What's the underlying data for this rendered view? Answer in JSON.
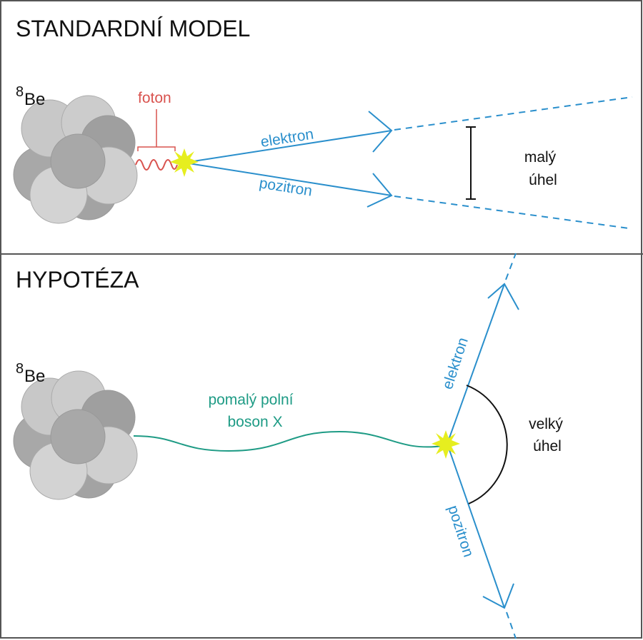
{
  "top_panel": {
    "title": "STANDARDNÍ MODEL",
    "nucleus": {
      "mass_number": "8",
      "symbol": "Be"
    },
    "photon_label": "foton",
    "electron_label": "elektron",
    "positron_label": "pozitron",
    "angle_label_line1": "malý",
    "angle_label_line2": "úhel"
  },
  "bottom_panel": {
    "title": "HYPOTÉZA",
    "nucleus": {
      "mass_number": "8",
      "symbol": "Be"
    },
    "boson_label_line1": "pomalý polní",
    "boson_label_line2": "boson X",
    "electron_label": "elektron",
    "positron_label": "pozitron",
    "angle_label_line1": "velký",
    "angle_label_line2": "úhel"
  },
  "colors": {
    "electron_positron": "#2a8fcc",
    "photon": "#d9534f",
    "boson": "#1e9b85",
    "flash": "#e6ee1f",
    "frame": "#555555",
    "text": "#111111"
  }
}
